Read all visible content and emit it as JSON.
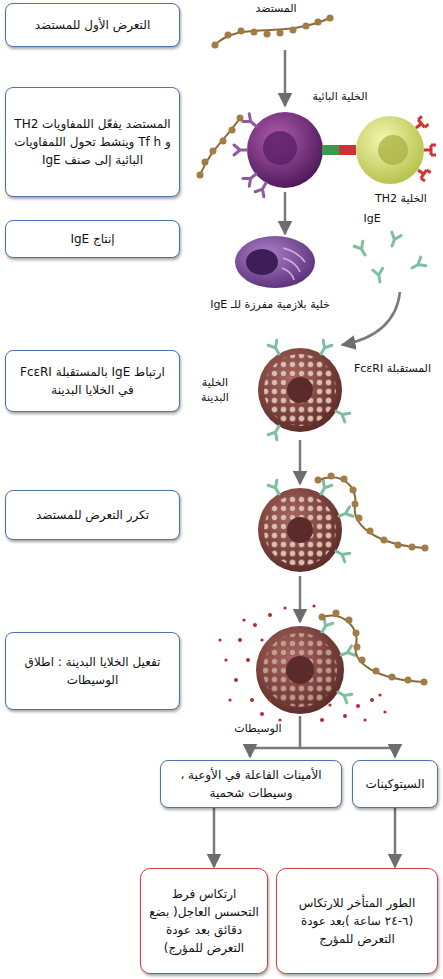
{
  "diagram": {
    "nodes": [
      {
        "text": [
          "التعرض الأول للمستضد"
        ]
      },
      {
        "text": [
          "المستضد يفعّل اللمفاويات TH2 و Tf h وينشط تحول اللمفاويات البائية إلى صنف IgE"
        ]
      },
      {
        "text": [
          "إنتاج IgE"
        ]
      },
      {
        "text": [
          "ارتباط IgE بالمستقبلة FcεRI في الخلايا البدينة"
        ]
      },
      {
        "text": [
          "تكرر التعرض للمستضد"
        ]
      },
      {
        "text": [
          "تفعيل الخلايا البدينة : اطلاق الوسيطات"
        ]
      },
      {
        "text": [
          "الأمينات الفاعلة في الأوعية ، وسيطات شحمية"
        ]
      },
      {
        "text": [
          "السيتوكينات"
        ]
      },
      {
        "text": [
          "ارتكاس فرط التحسس العاجل( بضع دقائق بعد عودة التعرض للمؤرج)"
        ]
      },
      {
        "text": [
          "الطور المتأخر للارتكاس (٦-٢٤ ساعة )بعد عودة التعرض للمؤرج"
        ]
      }
    ],
    "edges": [
      {
        "from": 6,
        "to": 8,
        "arrow": "to"
      },
      {
        "from": 7,
        "to": 9,
        "arrow": "to"
      }
    ],
    "labels": [
      "المستضد",
      "الخلية البائية",
      "الخلية TH2",
      "IgE",
      "خلية بلازمية مفرزة للـ IgE",
      "المستقبلة FcεRI",
      "الخلية البدينة",
      "الوسيطات"
    ]
  }
}
